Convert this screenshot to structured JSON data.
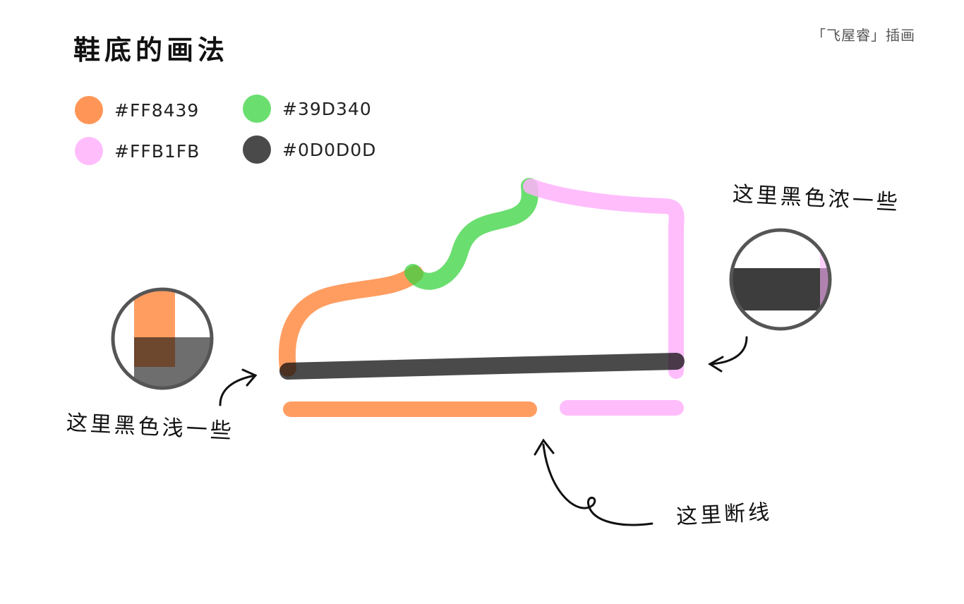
{
  "title": "鞋底的画法",
  "credit": "「飞屋睿」插画",
  "palette": [
    {
      "hex": "#FF8439",
      "color": "#FF8439"
    },
    {
      "hex": "#39D340",
      "color": "#39D340"
    },
    {
      "hex": "#FFB1FB",
      "color": "#FFB1FB"
    },
    {
      "hex": "#0D0D0D",
      "color": "#0D0D0D"
    }
  ],
  "notes": {
    "dark_join": "这里黑色浓一些",
    "light_join": "这里黑色浅一些",
    "gap": "这里断线"
  }
}
